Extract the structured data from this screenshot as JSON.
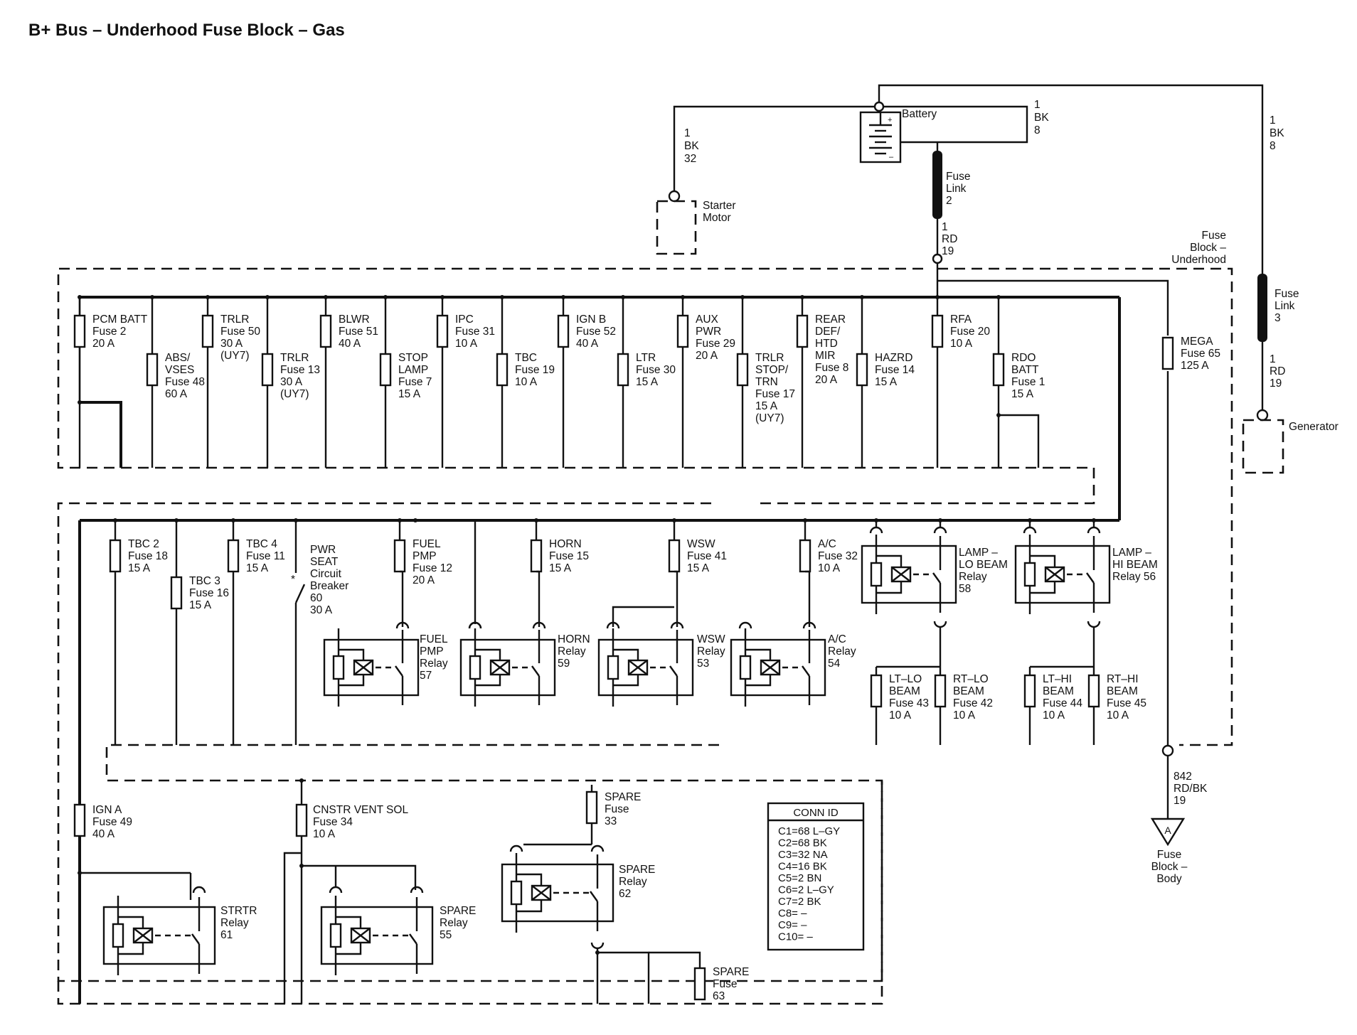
{
  "title": "B+ Bus – Underhood Fuse Block – Gas",
  "top": {
    "battery": "Battery",
    "starter": [
      "Starter",
      "Motor"
    ],
    "generator": "Generator",
    "wire_starter": [
      "1",
      "BK",
      "32"
    ],
    "wire_battery_right": [
      "1",
      "BK",
      "8"
    ],
    "wire_generator_top": [
      "1",
      "BK",
      "8"
    ],
    "fuse_link_2": [
      "Fuse",
      "Link",
      "2"
    ],
    "wire_rd19": [
      "1",
      "RD",
      "19"
    ],
    "fuse_link_3": [
      "Fuse",
      "Link",
      "3"
    ],
    "wire_gen_rd19": [
      "1",
      "RD",
      "19"
    ],
    "fuse_block_underhood": [
      "Fuse",
      "Block –",
      "Underhood"
    ],
    "battery_plus": "+",
    "battery_minus": "–"
  },
  "upper_fuses": [
    [
      "PCM BATT",
      "Fuse 2",
      "20 A"
    ],
    [
      "ABS/",
      "VSES",
      "Fuse 48",
      "60 A"
    ],
    [
      "TRLR",
      "Fuse 50",
      "30 A",
      "(UY7)"
    ],
    [
      "TRLR",
      "Fuse 13",
      "30 A",
      "(UY7)"
    ],
    [
      "BLWR",
      "Fuse 51",
      "40 A"
    ],
    [
      "STOP",
      "LAMP",
      "Fuse 7",
      "15 A"
    ],
    [
      "IPC",
      "Fuse 31",
      "10 A"
    ],
    [
      "TBC",
      "Fuse 19",
      "10 A"
    ],
    [
      "IGN B",
      "Fuse 52",
      "40 A"
    ],
    [
      "LTR",
      "Fuse 30",
      "15 A"
    ],
    [
      "AUX",
      "PWR",
      "Fuse 29",
      "20 A"
    ],
    [
      "TRLR",
      "STOP/",
      "TRN",
      "Fuse 17",
      "15 A",
      "(UY7)"
    ],
    [
      "REAR",
      "DEF/",
      "HTD",
      "MIR",
      "Fuse 8",
      "20 A"
    ],
    [
      "HAZRD",
      "Fuse 14",
      "15 A"
    ],
    [
      "RFA",
      "Fuse 20",
      "10 A"
    ],
    [
      "RDO",
      "BATT",
      "Fuse 1",
      "15 A"
    ],
    [
      "MEGA",
      "Fuse 65",
      "125 A"
    ]
  ],
  "middle_fuses": [
    [
      "TBC 2",
      "Fuse 18",
      "15 A"
    ],
    [
      "TBC 3",
      "Fuse 16",
      "15 A"
    ],
    [
      "TBC 4",
      "Fuse 11",
      "15 A"
    ],
    [
      "PWR",
      "SEAT",
      "Circuit",
      "Breaker",
      "60",
      "30 A"
    ],
    [
      "FUEL",
      "PMP",
      "Fuse 12",
      "20 A"
    ],
    [
      "HORN",
      "Fuse 15",
      "15 A"
    ],
    [
      "WSW",
      "Fuse 41",
      "15 A"
    ],
    [
      "A/C",
      "Fuse 32",
      "10 A"
    ],
    [
      "LT–LO",
      "BEAM",
      "Fuse 43",
      "10 A"
    ],
    [
      "RT–LO",
      "BEAM",
      "Fuse 42",
      "10 A"
    ],
    [
      "LT–HI",
      "BEAM",
      "Fuse 44",
      "10 A"
    ],
    [
      "RT–HI",
      "BEAM",
      "Fuse 45",
      "10 A"
    ]
  ],
  "middle_relays": [
    [
      "FUEL",
      "PMP",
      "Relay",
      "57"
    ],
    [
      "HORN",
      "Relay",
      "59"
    ],
    [
      "WSW",
      "Relay",
      "53"
    ],
    [
      "A/C",
      "Relay",
      "54"
    ],
    [
      "LAMP –",
      "LO BEAM",
      "Relay",
      "58"
    ],
    [
      "LAMP –",
      "HI BEAM",
      "Relay 56"
    ]
  ],
  "lower_fuses": [
    [
      "IGN A",
      "Fuse 49",
      "40 A"
    ],
    [
      "CNSTR VENT SOL",
      "Fuse 34",
      "10 A"
    ],
    [
      "SPARE",
      "Fuse",
      "33"
    ],
    [
      "SPARE",
      "Fuse",
      "63"
    ]
  ],
  "lower_relays": [
    [
      "STRTR",
      "Relay",
      "61"
    ],
    [
      "SPARE",
      "Relay",
      "55"
    ],
    [
      "SPARE",
      "Relay",
      "62"
    ]
  ],
  "body_link": [
    "842",
    "RD/BK",
    "19"
  ],
  "fuse_block_body": [
    "Fuse",
    "Block –",
    "Body"
  ],
  "body_symbol": "A",
  "conn_id": {
    "header": "CONN ID",
    "rows": [
      "C1=68 L–GY",
      "C2=68 BK",
      "C3=32 NA",
      "C4=16 BK",
      "C5=2 BN",
      "C6=2 L–GY",
      "C7=2 BK",
      "C8= –",
      "C9= –",
      "C10= –"
    ]
  }
}
